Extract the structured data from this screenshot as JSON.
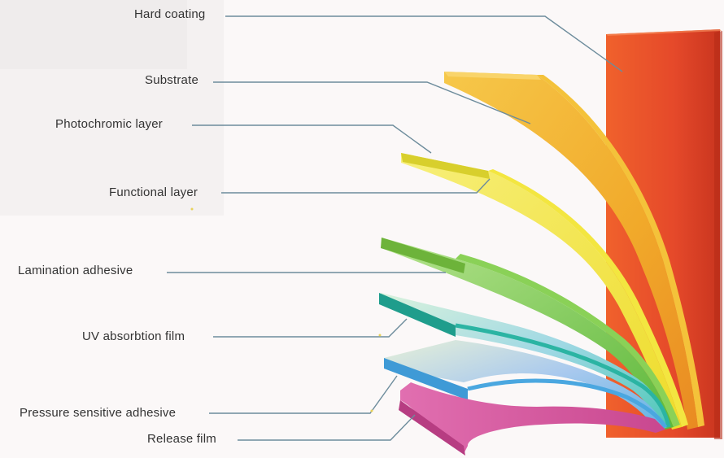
{
  "labels": {
    "hard_coating": "Hard coating",
    "substrate": "Substrate",
    "photochromic_layer": "Photochromic layer",
    "functional_layer": "Functional layer",
    "lamination_adhesive": "Lamination adhesive",
    "uv_absorbtion_film": "UV absorbtion film",
    "pressure_sensitive_adhesive": "Pressure sensitive adhesive",
    "release_film": "Release film"
  },
  "colors": {
    "hard_coating": "#e5492a",
    "substrate": "#f1b42c",
    "photochromic_layer": "#e3df3c",
    "functional_layer": "#f2ea3a",
    "lamination_adhesive": "#7cc63f",
    "uv_absorbtion_film": "#4cc7b6",
    "pressure_sensitive_adhesive": "#5fb2e3",
    "release_film": "#d4559e",
    "leader_line": "#6d8c9c"
  }
}
